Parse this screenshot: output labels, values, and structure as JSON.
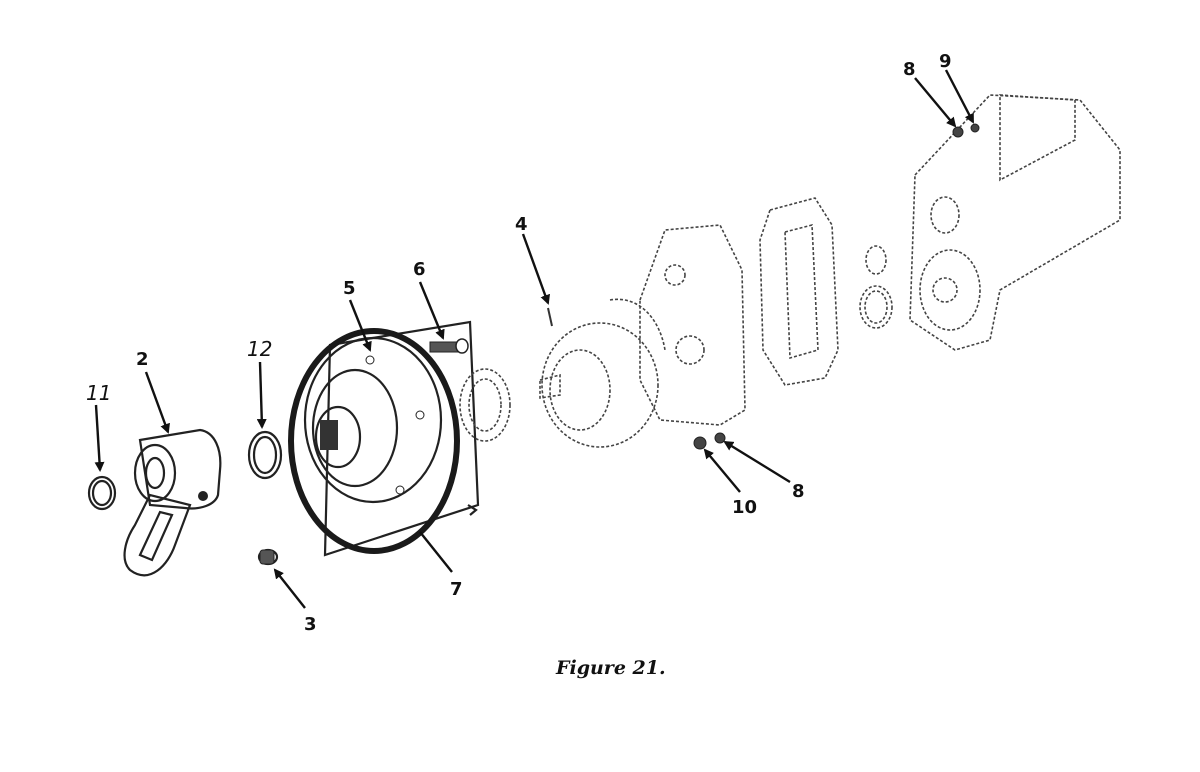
{
  "caption": "Figure 21.",
  "callouts": {
    "c2": "2",
    "c3": "3",
    "c4": "4",
    "c5": "5",
    "c6": "6",
    "c7": "7",
    "c8a": "8",
    "c8b": "8",
    "c9": "9",
    "c10": "10",
    "c11": "11",
    "c12": "12"
  },
  "colors": {
    "ink": "#111111",
    "highlight_ring": "#1a1a1a"
  }
}
